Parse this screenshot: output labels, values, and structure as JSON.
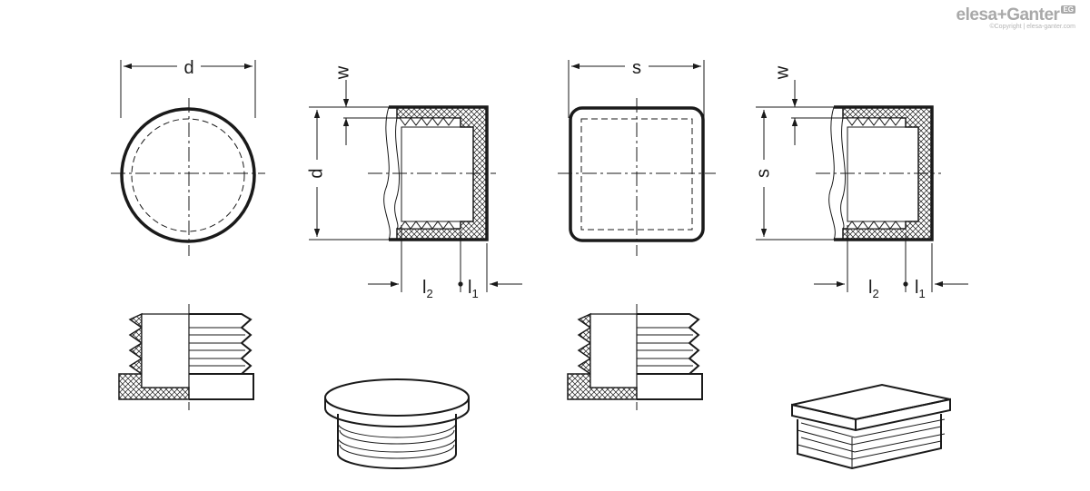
{
  "brand": {
    "name": "elesa+Ganter",
    "badge": "EG",
    "copyright": "©Copyright | elesa-ganter.com"
  },
  "dimensions": {
    "d": "d",
    "s": "s",
    "w": "w",
    "l": "l",
    "sub_1": "1",
    "sub_2": "2"
  },
  "colors": {
    "line": "#1a1a1a",
    "hatch": "#1a1a1a",
    "logo": "#a9a9a9"
  }
}
